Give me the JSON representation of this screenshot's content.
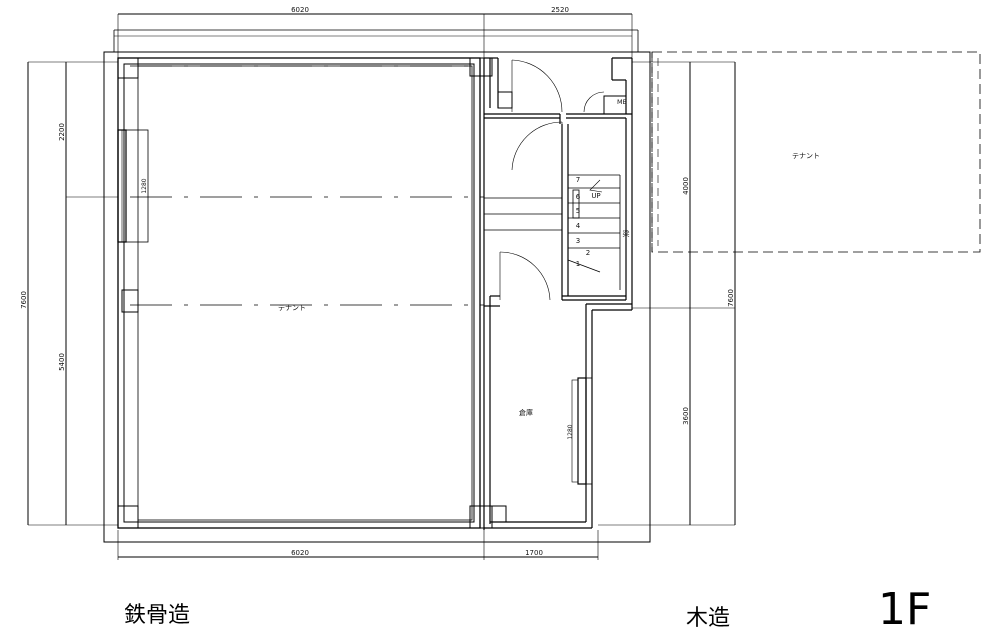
{
  "drawing": {
    "dimensions_top": {
      "left": "6020",
      "right": "2520"
    },
    "dimensions_bottom": {
      "left": "6020",
      "right": "1700"
    },
    "dimensions_left": {
      "upper": "2200",
      "lower": "5400",
      "total": "7600"
    },
    "dimensions_right": {
      "upper": "4000",
      "lower": "3600",
      "total": "7600"
    },
    "window_widths": {
      "left": "1280",
      "right": "1280"
    },
    "rooms": {
      "tenant_main": "テナント",
      "tenant_annex": "テナント",
      "storage": "倉庫",
      "meter_box": "MB",
      "stair_note": "梁",
      "stair_up": "UP"
    },
    "stair_steps": [
      "7",
      "6",
      "5",
      "4",
      "3",
      "2",
      "1"
    ]
  },
  "captions": {
    "left_structure": "鉄骨造",
    "right_structure": "木造",
    "floor": "1F"
  }
}
